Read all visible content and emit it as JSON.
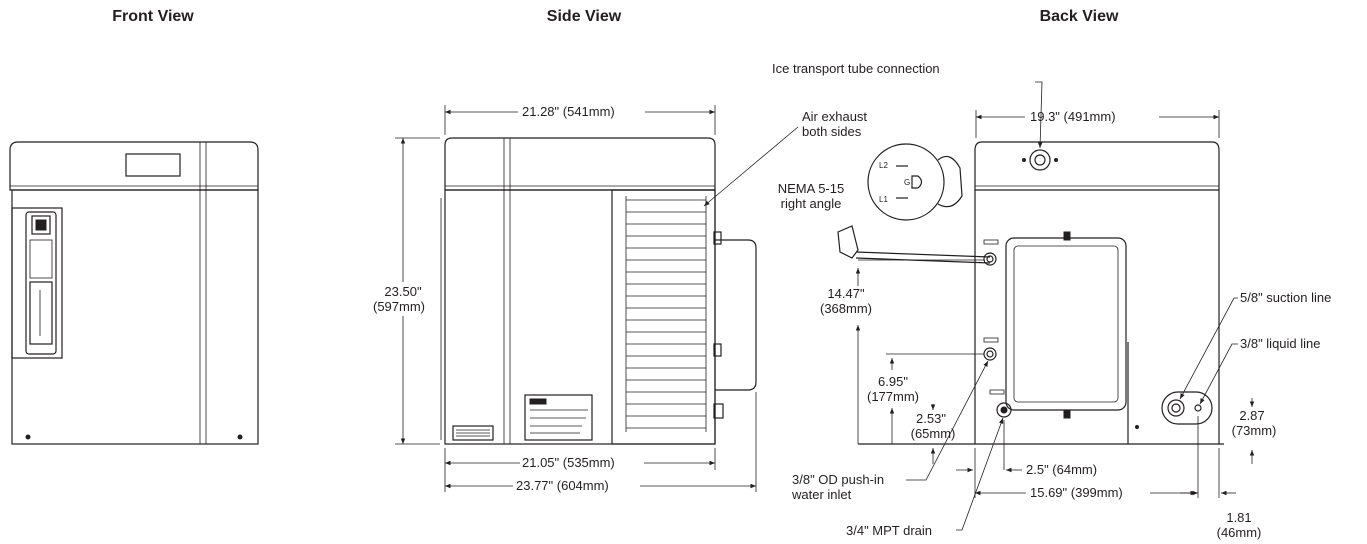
{
  "views": {
    "front": {
      "title": "Front View"
    },
    "side": {
      "title": "Side View",
      "dims": {
        "top_width": "21.28\" (541mm)",
        "height_in": "23.50\"",
        "height_mm": "(597mm)",
        "bottom_width": "21.05\" (535mm)",
        "overall_width": "23.77\" (604mm)"
      },
      "air_exhaust": [
        "Air exhaust",
        "both sides"
      ]
    },
    "back": {
      "title": "Back View",
      "ice_tube": "Ice transport tube connection",
      "width": "19.3\" (491mm)",
      "plug": [
        "NEMA 5-15",
        "right angle"
      ],
      "plug_pins": {
        "l2": "L2",
        "g": "G",
        "l1": "L1"
      },
      "h_power_in": "14.47\"",
      "h_power_mm": "(368mm)",
      "h_water_in": "6.95\"",
      "h_water_mm": "(177mm)",
      "h_drain_in": "2.53\"",
      "h_drain_mm": "(65mm)",
      "suction_line": "5/8\" suction line",
      "liquid_line": "3/8\" liquid line",
      "h_lines_in": "2.87",
      "h_lines_mm": "(73mm)",
      "water_inlet": [
        "3/8\" OD push-in",
        "water inlet"
      ],
      "drain": "3/4\" MPT drain",
      "x_drain": "2.5\" (64mm)",
      "x_lines": "15.69\" (399mm)",
      "x_lines_gap_in": "1.81",
      "x_lines_gap_mm": "(46mm)"
    }
  }
}
